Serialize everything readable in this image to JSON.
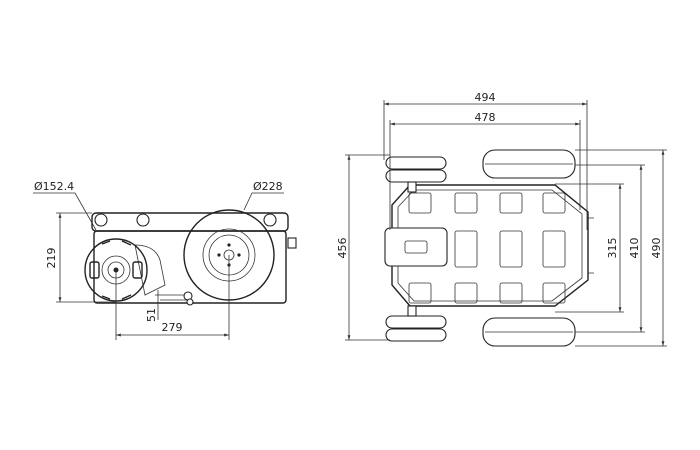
{
  "side_view": {
    "omni_wheel_diameter": "Ø152.4",
    "drive_wheel_diameter": "Ø228",
    "height": "219",
    "ground_clearance": "51",
    "wheel_spacing": "279"
  },
  "top_view": {
    "overall_width": "494",
    "body_width": "478",
    "omni_track": "456",
    "inner_length": "315",
    "wheel_track": "410",
    "overall_length": "490"
  }
}
